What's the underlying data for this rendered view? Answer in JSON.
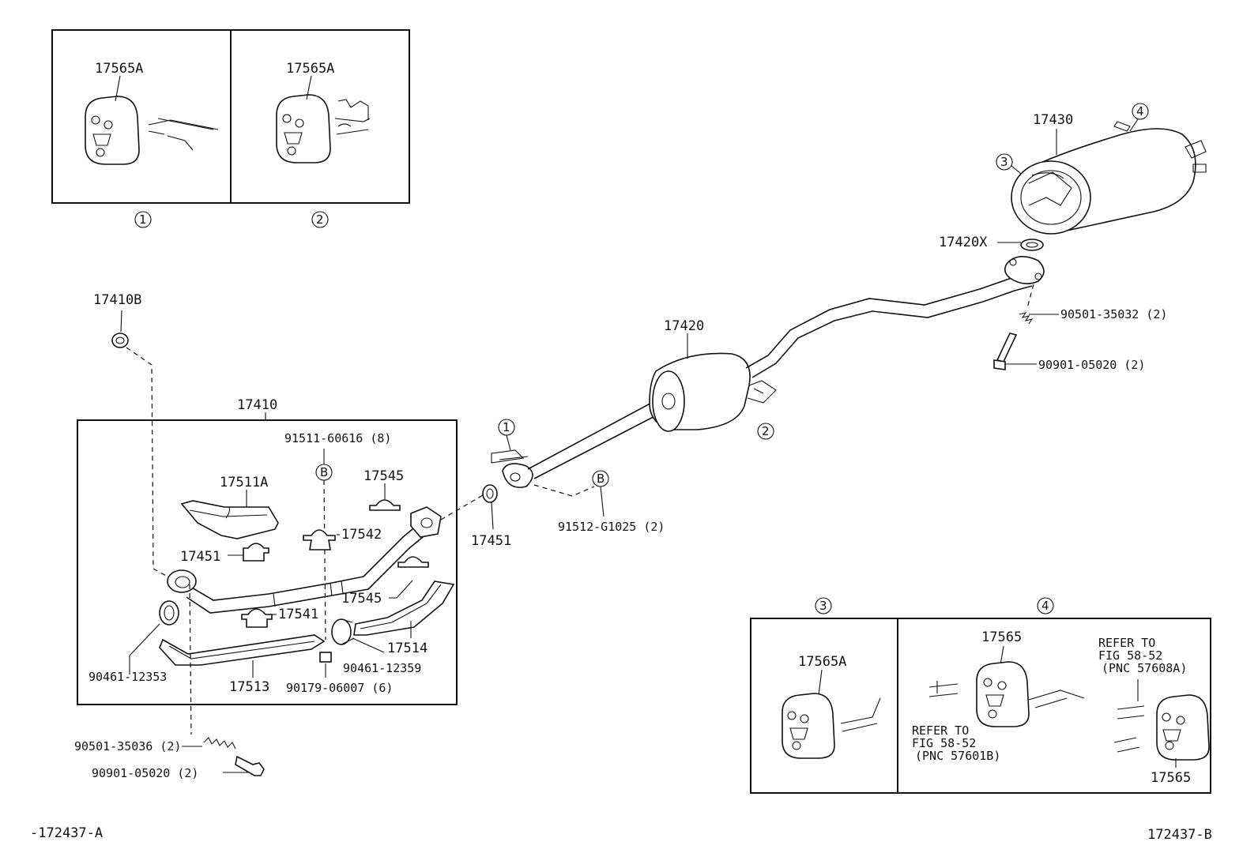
{
  "colors": {
    "ink": "#111111",
    "paper": "#ffffff"
  },
  "callouts": {
    "c1": "1",
    "c2": "2",
    "c3": "3",
    "c4": "4"
  },
  "labels": {
    "p17565A_1": "17565A",
    "p17565A_2": "17565A",
    "p17565A_3": "17565A",
    "p17410B": "17410B",
    "p17410": "17410",
    "p91511": "91511-60616 (8)",
    "pB1": "B",
    "pB2": "B",
    "p17511A": "17511A",
    "p17545a": "17545",
    "p17542": "17542",
    "p17451a": "17451",
    "p17545b": "17545",
    "p17541": "17541",
    "p17514": "17514",
    "p90461a": "90461-12353",
    "p90461b": "90461-12359",
    "p17513": "17513",
    "p90179": "90179-06007 (6)",
    "p90501a": "90501-35036 (2)",
    "p90901a": "90901-05020 (2)",
    "p17451b": "17451",
    "p91512": "91512-G1025 (2)",
    "p17420": "17420",
    "p17430": "17430",
    "p17420X": "17420X",
    "p90501b": "90501-35032 (2)",
    "p90901b": "90901-05020 (2)",
    "p17565a": "17565",
    "p17565b": "17565",
    "refer1_l1": "REFER TO",
    "refer1_l2": "FIG 58-52",
    "refer1_l3": "(PNC 57601B)",
    "refer2_l1": "REFER TO",
    "refer2_l2": "FIG 58-52",
    "refer2_l3": "(PNC 57608A)",
    "fig_a": "-172437-A",
    "fig_b": "172437-B"
  }
}
